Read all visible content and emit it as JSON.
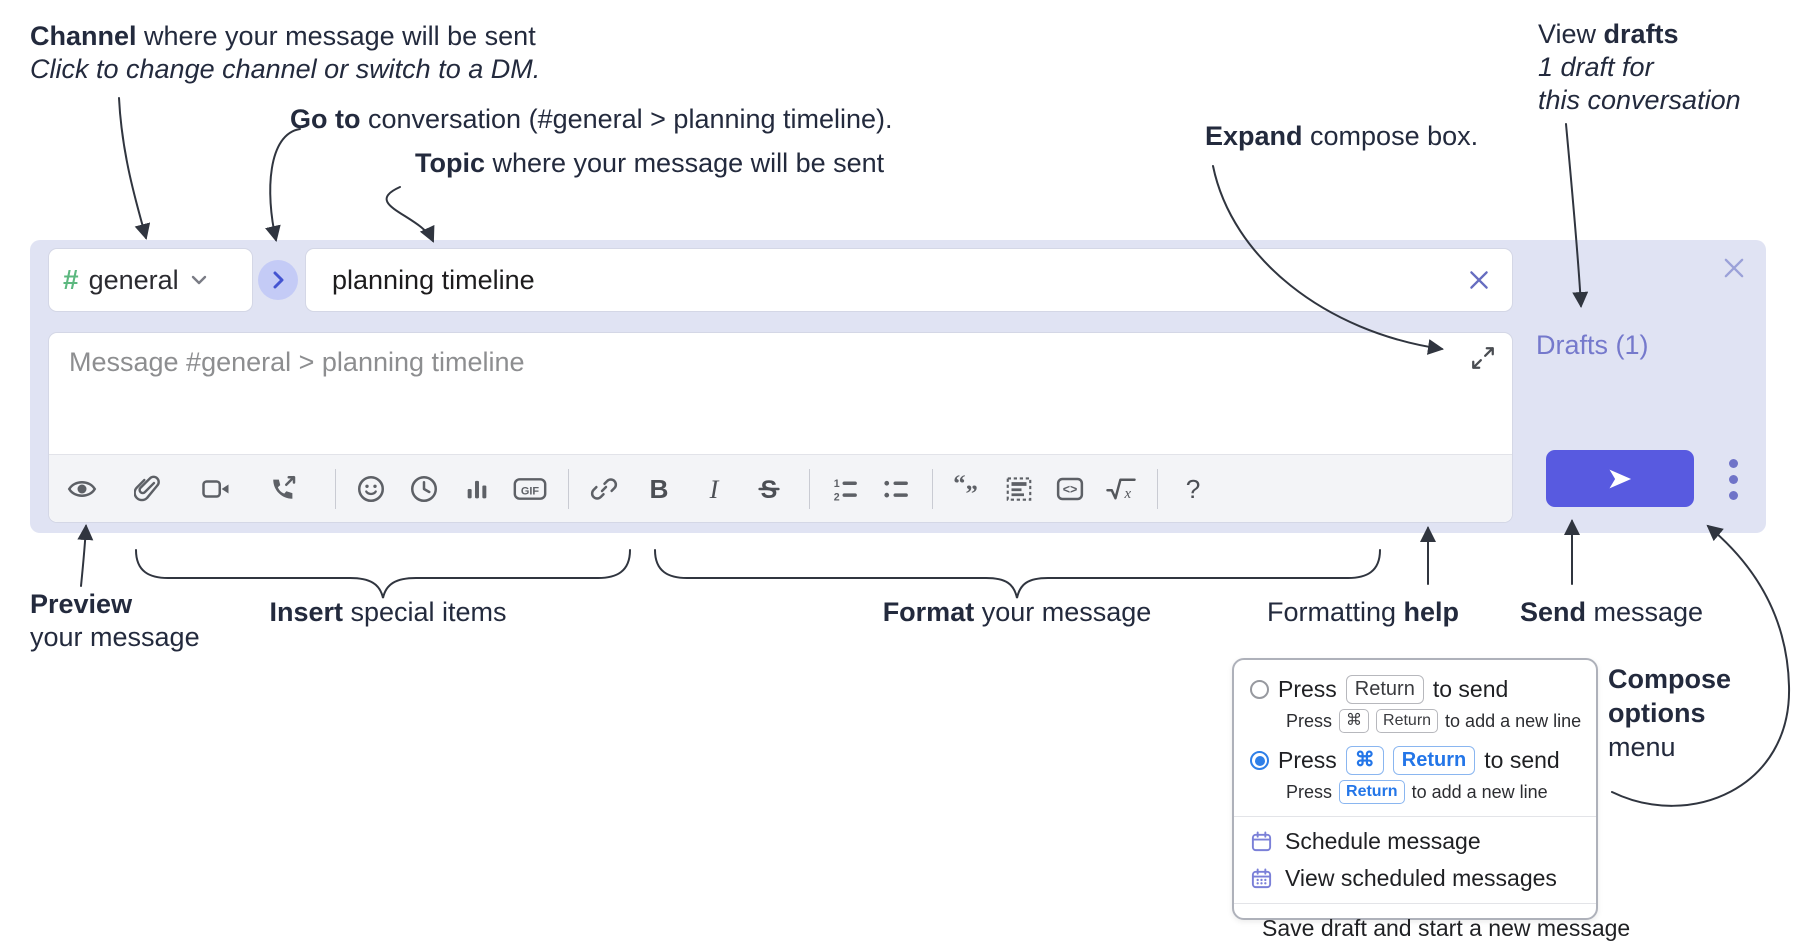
{
  "callouts": {
    "channel": {
      "bold": "Channel",
      "rest": " where your message will be sent",
      "line2": "Click to change channel or switch to a DM."
    },
    "goto": {
      "bold": "Go to",
      "rest": " conversation (#general > planning timeline)."
    },
    "topic": {
      "bold": "Topic",
      "rest": " where your message will be sent"
    },
    "expand": {
      "bold": "Expand",
      "rest": " compose box."
    },
    "drafts": {
      "line1_pre": "View ",
      "line1_bold": "drafts",
      "line2": "1 draft for",
      "line3": "this conversation"
    },
    "preview": {
      "bold": "Preview",
      "line2": "your message"
    },
    "insert": {
      "bold": "Insert",
      "rest": " special items"
    },
    "format": {
      "bold": "Format",
      "rest": " your message"
    },
    "help": {
      "pre": "Formatting ",
      "bold": "help"
    },
    "send": {
      "bold": "Send",
      "rest": " message"
    },
    "compose_options": {
      "bold1": "Compose",
      "bold2": "options",
      "rest": "menu"
    }
  },
  "composer": {
    "channel_hash": "#",
    "channel_name": "general",
    "topic_value": "planning timeline",
    "message_placeholder": "Message #general > planning timeline",
    "drafts_link": "Drafts (1)"
  },
  "toolbar_glyphs": {
    "gif": "GIF",
    "bold": "B",
    "italic": "I",
    "strike": "S",
    "ol1": "1",
    "ol2": "2",
    "quote_open": "“",
    "quote_close": "”",
    "code": "<>",
    "sqrt_x": "x",
    "help": "?"
  },
  "menu": {
    "option1": {
      "prefix": "Press",
      "key1": "Return",
      "suffix": "to send",
      "sub_prefix": "Press",
      "sub_key1": "⌘",
      "sub_key2": "Return",
      "sub_suffix": "to add a new line"
    },
    "option2": {
      "prefix": "Press",
      "key1": "⌘",
      "key2": "Return",
      "suffix": "to send",
      "sub_prefix": "Press",
      "sub_key1": "Return",
      "sub_suffix": "to add a new line"
    },
    "items": [
      {
        "label": "Schedule message"
      },
      {
        "label": "View scheduled messages"
      },
      {
        "label": "Save draft and start a new message"
      }
    ]
  },
  "colors": {
    "panel_lavender": "#e0e3f3",
    "accent_indigo": "#585ae0",
    "link_purple": "#7579cc",
    "channel_green": "#5cb87f",
    "radio_blue": "#2e7fe8",
    "menu_icon_purple": "#7b80d8",
    "toolbar_icon_gray": "#5d6066"
  }
}
